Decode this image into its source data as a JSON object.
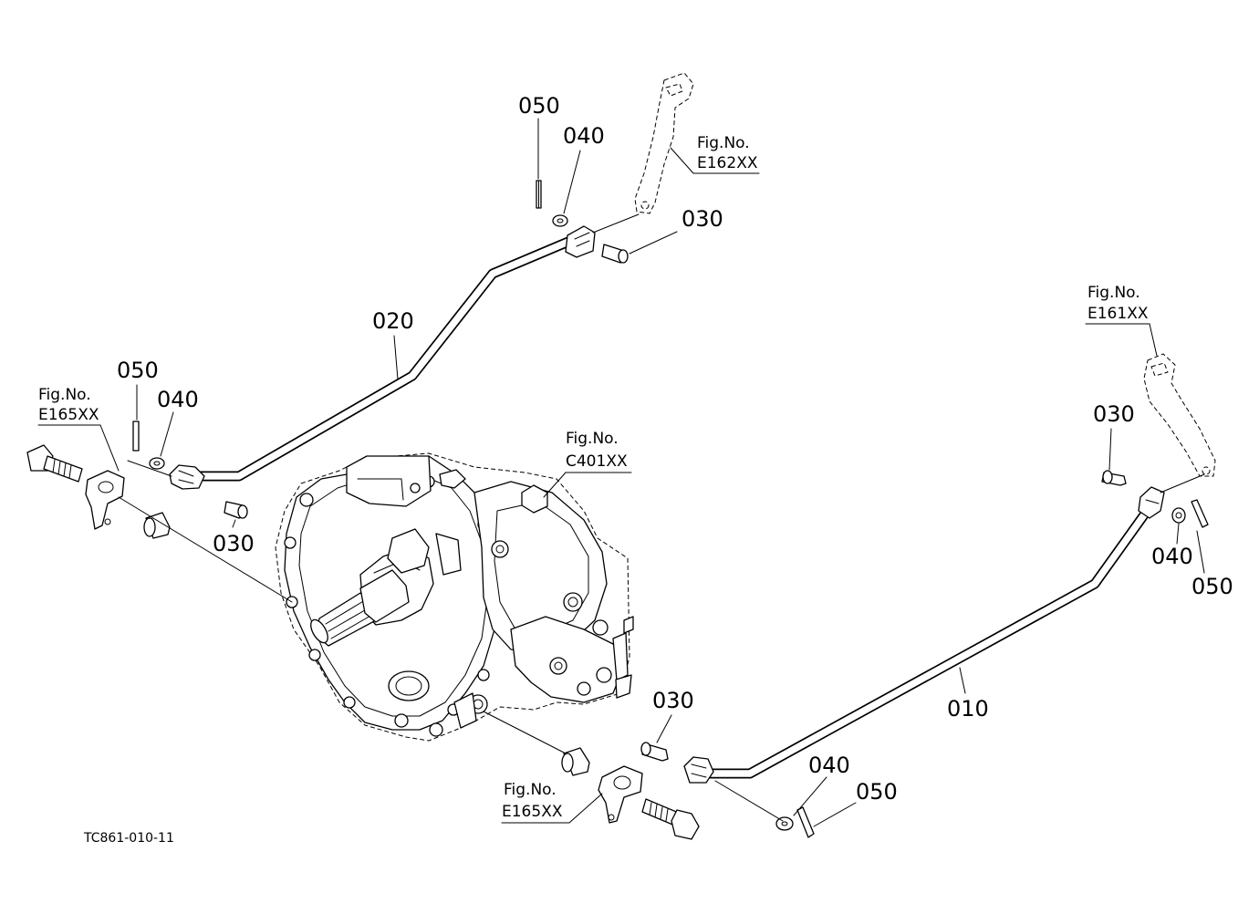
{
  "parts": {
    "p010": "010",
    "p020": "020",
    "p030_top": "030",
    "p040_top": "040",
    "p050_top": "050",
    "p030_left": "030",
    "p040_left": "040",
    "p050_left": "050",
    "p030_right": "030",
    "p040_right": "040",
    "p050_right": "050",
    "p030_bottom": "030",
    "p040_bottom": "040",
    "p050_bottom": "050"
  },
  "figure_refs": {
    "e162": {
      "label": "Fig.No.",
      "code": "E162XX"
    },
    "e161": {
      "label": "Fig.No.",
      "code": "E161XX"
    },
    "e165_left": {
      "label": "Fig.No.",
      "code": "E165XX"
    },
    "e165_bottom": {
      "label": "Fig.No.",
      "code": "E165XX"
    },
    "c401": {
      "label": "Fig.No.",
      "code": "C401XX"
    }
  },
  "drawing_code": "TC861-010-11"
}
